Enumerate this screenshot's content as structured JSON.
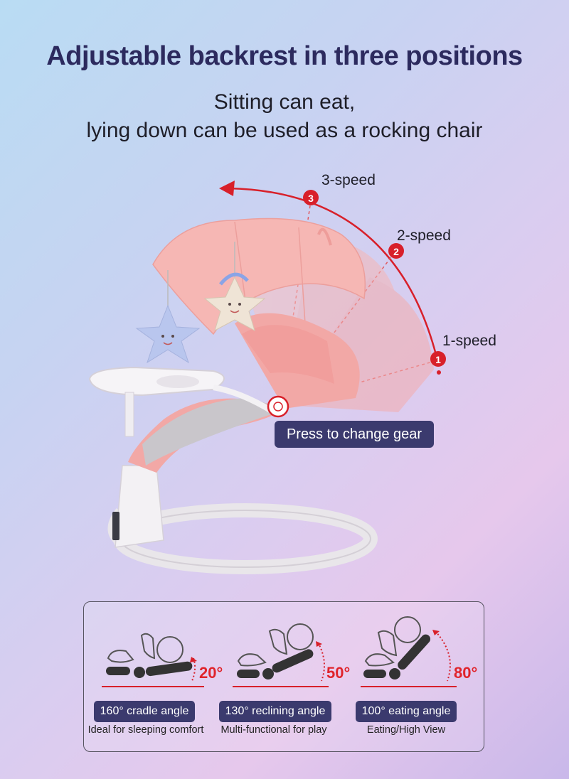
{
  "header": {
    "title": "Adjustable backrest in three positions",
    "subtitle_line1": "Sitting can eat,",
    "subtitle_line2": "lying down can be used as a rocking chair"
  },
  "speeds": [
    {
      "label": "3-speed",
      "number": "3"
    },
    {
      "label": "2-speed",
      "number": "2"
    },
    {
      "label": "1-speed",
      "number": "1"
    }
  ],
  "press_button": "Press to change gear",
  "modes": [
    {
      "degree": "20°",
      "title": "160° cradle angle",
      "desc": "Ideal for sleeping comfort"
    },
    {
      "degree": "50°",
      "title": "130° reclining angle",
      "desc": "Multi-functional for play"
    },
    {
      "degree": "80°",
      "title": "100° eating angle",
      "desc": "Eating/High View"
    }
  ],
  "colors": {
    "title": "#2c2a5e",
    "pill": "#3b3a6e",
    "accent_red": "#e0242b",
    "canopy_pink": "#f4a9a8",
    "frame_white": "#f2f0f2"
  }
}
